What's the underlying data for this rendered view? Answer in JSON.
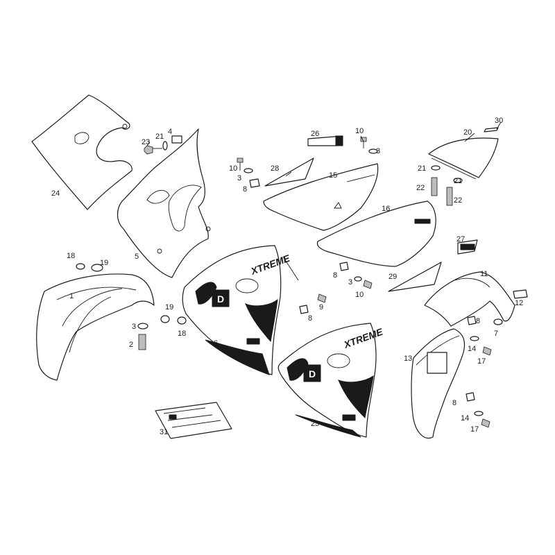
{
  "colors": {
    "line": "#1a1a1a",
    "paper": "#ffffff",
    "shade": "#bdbdbd"
  },
  "logos": {
    "decal_text": "XTREME",
    "d_badge": "D"
  },
  "callouts": [
    {
      "id": "c30",
      "text": "30"
    },
    {
      "id": "c26",
      "text": "26"
    },
    {
      "id": "c10a",
      "text": "10"
    },
    {
      "id": "c20",
      "text": "20"
    },
    {
      "id": "c23",
      "text": "23"
    },
    {
      "id": "c21a",
      "text": "21"
    },
    {
      "id": "c4",
      "text": "4"
    },
    {
      "id": "c3a",
      "text": "3"
    },
    {
      "id": "c10b",
      "text": "10"
    },
    {
      "id": "c28",
      "text": "28"
    },
    {
      "id": "c3b",
      "text": "3"
    },
    {
      "id": "c8a",
      "text": "8"
    },
    {
      "id": "c15",
      "text": "15"
    },
    {
      "id": "c21b",
      "text": "21"
    },
    {
      "id": "c22a",
      "text": "22"
    },
    {
      "id": "c21c",
      "text": "21"
    },
    {
      "id": "c22b",
      "text": "22"
    },
    {
      "id": "c24",
      "text": "24"
    },
    {
      "id": "c16",
      "text": "16"
    },
    {
      "id": "c27",
      "text": "27"
    },
    {
      "id": "c5",
      "text": "5"
    },
    {
      "id": "c18a",
      "text": "18"
    },
    {
      "id": "c19a",
      "text": "19"
    },
    {
      "id": "c8b",
      "text": "8"
    },
    {
      "id": "c3c",
      "text": "3"
    },
    {
      "id": "c29",
      "text": "29"
    },
    {
      "id": "c11",
      "text": "11"
    },
    {
      "id": "c10c",
      "text": "10"
    },
    {
      "id": "c1",
      "text": "1"
    },
    {
      "id": "c9",
      "text": "9"
    },
    {
      "id": "c12",
      "text": "12"
    },
    {
      "id": "c19b",
      "text": "19"
    },
    {
      "id": "c8c",
      "text": "8"
    },
    {
      "id": "c3d",
      "text": "3"
    },
    {
      "id": "c8d",
      "text": "8"
    },
    {
      "id": "c18b",
      "text": "18"
    },
    {
      "id": "c6",
      "text": "6"
    },
    {
      "id": "c7",
      "text": "7"
    },
    {
      "id": "c2",
      "text": "2"
    },
    {
      "id": "c14a",
      "text": "14"
    },
    {
      "id": "c17a",
      "text": "17"
    },
    {
      "id": "c13",
      "text": "13"
    },
    {
      "id": "c8e",
      "text": "8"
    },
    {
      "id": "c14b",
      "text": "14"
    },
    {
      "id": "c31",
      "text": "31"
    },
    {
      "id": "c25",
      "text": "25"
    },
    {
      "id": "c17b",
      "text": "17"
    }
  ]
}
